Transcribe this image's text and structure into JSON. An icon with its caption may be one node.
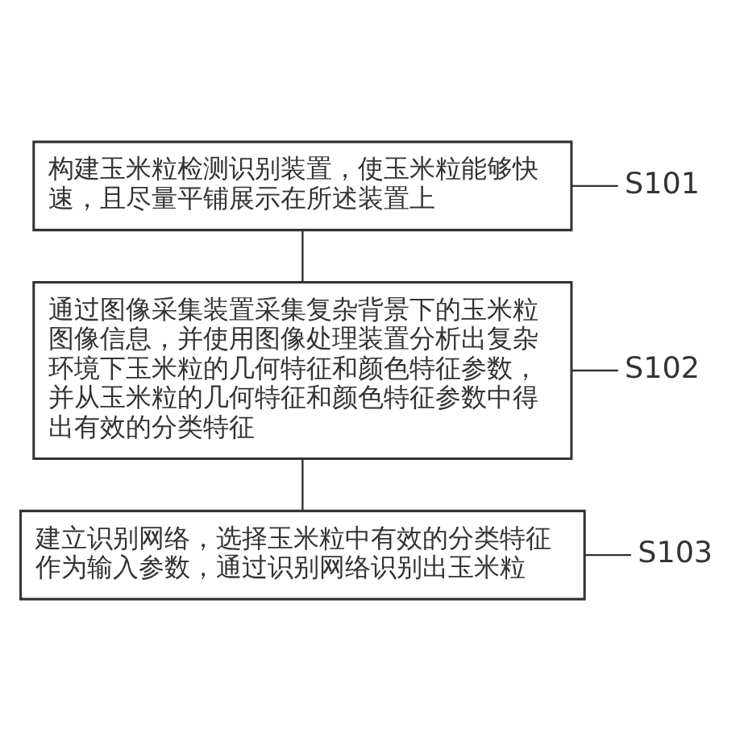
{
  "diagram": {
    "nodes": [
      {
        "text": [
          "S101"
        ]
      },
      {
        "text": [
          "构建玉米粒检测识别装置，使玉米粒能够快速，且尽量平铺展示在所述装置上"
        ]
      },
      {
        "text": [
          "S102"
        ]
      },
      {
        "text": [
          "通过图像采集装置采集复杂背景下的玉米粒图像信息，并使用图像处理装置分析出复杂环境下玉米粒的几何特征和颜色特征参数，并从玉米粒的几何特征和颜色特征参数中得出有效的分类特征"
        ]
      },
      {
        "text": [
          "S103"
        ]
      },
      {
        "text": [
          "建立识别网络，选择玉米粒中有效的分类特征作为输入参数，通过识别网络识别出玉米粒"
        ]
      }
    ],
    "edges": [
      {
        "from": 0,
        "to": 1,
        "arrow": "none"
      },
      {
        "from": 1,
        "to": 3,
        "arrow": "none"
      },
      {
        "from": 2,
        "to": 3,
        "arrow": "none"
      },
      {
        "from": 3,
        "to": 5,
        "arrow": "none"
      },
      {
        "from": 4,
        "to": 5,
        "arrow": "none"
      }
    ]
  }
}
